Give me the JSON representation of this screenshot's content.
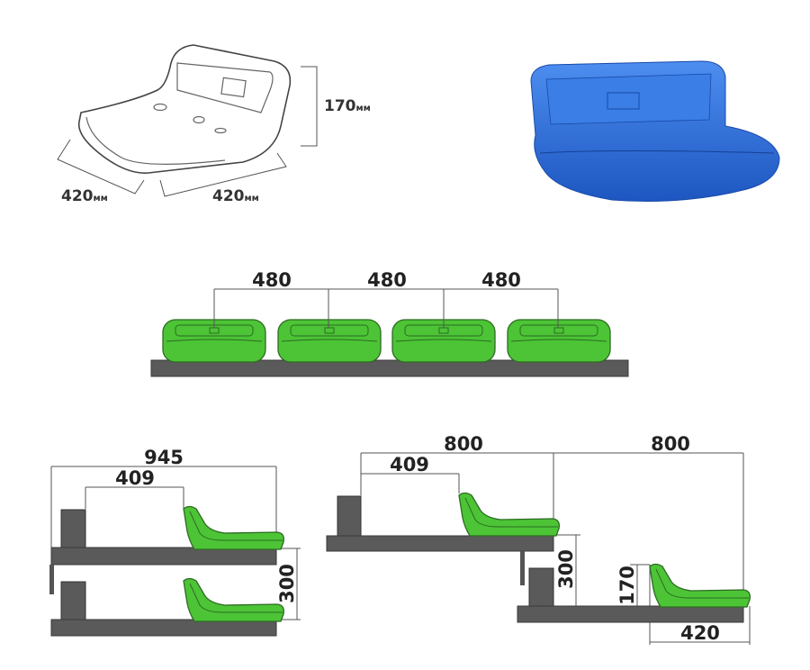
{
  "seat_dimensions": {
    "height": "170",
    "depth": "420",
    "width": "420",
    "unit": "мм"
  },
  "seat_color": "#2f6fd6",
  "row_layout": {
    "spacings": [
      "480",
      "480",
      "480"
    ],
    "seat_color": "#4cc436"
  },
  "flat_tier": {
    "total_depth": "945",
    "seat_offset": "409",
    "rise": "300"
  },
  "stepped_tier": {
    "tread_upper": "800",
    "tread_lower": "800",
    "seat_offset": "409",
    "rise": "300",
    "seat_height": "170",
    "seat_depth": "420"
  }
}
